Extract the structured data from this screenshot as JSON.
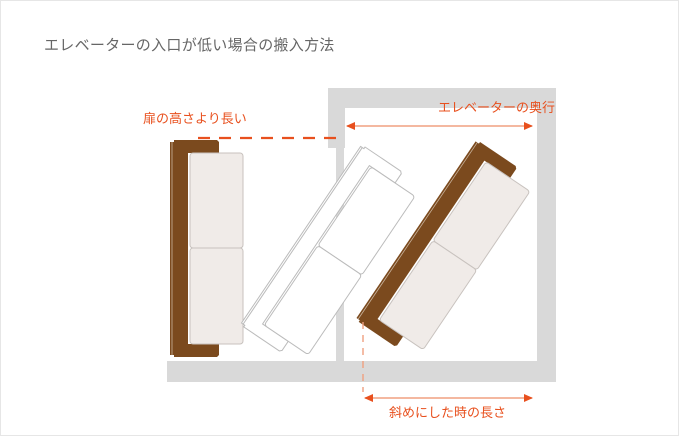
{
  "title": "エレベーターの入口が低い場合の搬入方法",
  "labels": {
    "door_height": "扉の高さより長い",
    "elevator_depth": "エレベーターの奥行",
    "diagonal_length": "斜めにした時の長さ"
  },
  "colors": {
    "accent": "#e8501e",
    "wall": "#d9d9d9",
    "sofa_frame": "#7b4a1e",
    "sofa_cushion": "#f0ebe8",
    "ghost_outline": "#bbbbbb",
    "title_text": "#666666"
  },
  "icons": {
    "sofa_upright": "sofa-upright-icon",
    "sofa_tilted": "sofa-tilted-icon",
    "sofa_ghost": "sofa-ghost-icon"
  }
}
